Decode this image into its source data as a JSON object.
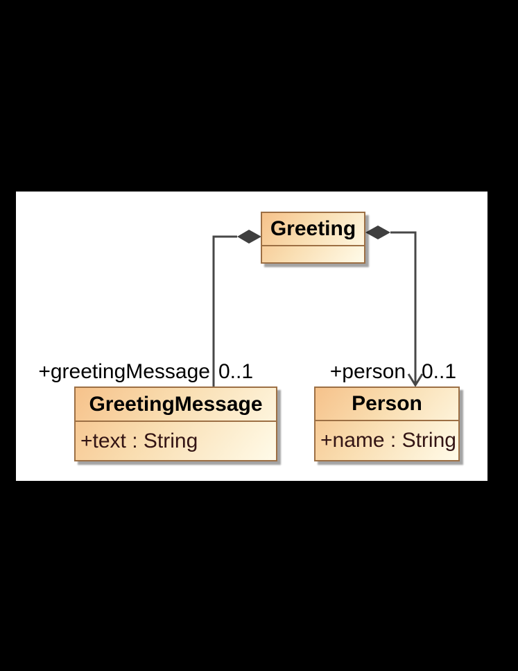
{
  "diagram": {
    "type": "uml-class-diagram",
    "classes": [
      {
        "name": "Greeting",
        "attributes": []
      },
      {
        "name": "GreetingMessage",
        "attributes": [
          "+text : String"
        ]
      },
      {
        "name": "Person",
        "attributes": [
          "+name : String"
        ]
      }
    ],
    "associations": [
      {
        "type": "composition",
        "from": "Greeting",
        "to": "GreetingMessage",
        "role": "+greetingMessage",
        "multiplicity": "0..1",
        "arrowhead": "none"
      },
      {
        "type": "composition",
        "from": "Greeting",
        "to": "Person",
        "role": "+person",
        "multiplicity": "0..1",
        "arrowhead": "open-arrow"
      }
    ],
    "colors": {
      "page_background": "#000000",
      "panel_background": "#ffffff",
      "box_fill_start": "#f6c28b",
      "box_fill_end": "#fffbe9",
      "box_border": "#9c6f44",
      "line": "#474747",
      "title_text": "#000000",
      "attribute_text": "#331414",
      "label_text": "#000000"
    }
  }
}
